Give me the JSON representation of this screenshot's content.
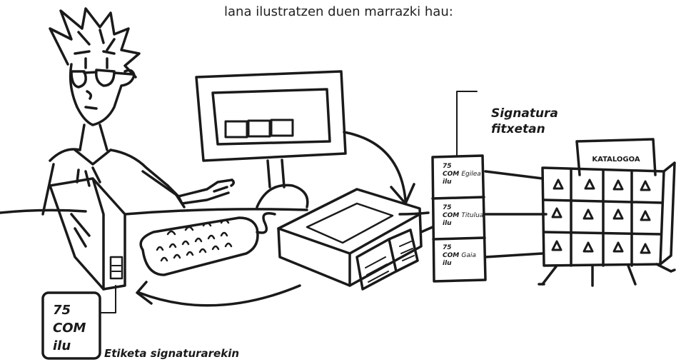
{
  "caption": "lana ilustratzen duen marrazki hau:",
  "labels": {
    "signatura_line1": "Signatura",
    "signatura_line2": "fitxetan",
    "etiketa": "Etiketa signaturarekin",
    "katalogoa": "KATALOGOA"
  },
  "cards": [
    {
      "number": "75",
      "com": "COM",
      "label": "Egilea",
      "ilu": "ilu"
    },
    {
      "number": "75",
      "com": "COM",
      "label": "Titulua",
      "ilu": "ilu"
    },
    {
      "number": "75",
      "com": "COM",
      "label": "Gaia",
      "ilu": "ilu"
    }
  ],
  "tag": {
    "line1": "75",
    "line2": "COM",
    "line3": "ilu"
  }
}
